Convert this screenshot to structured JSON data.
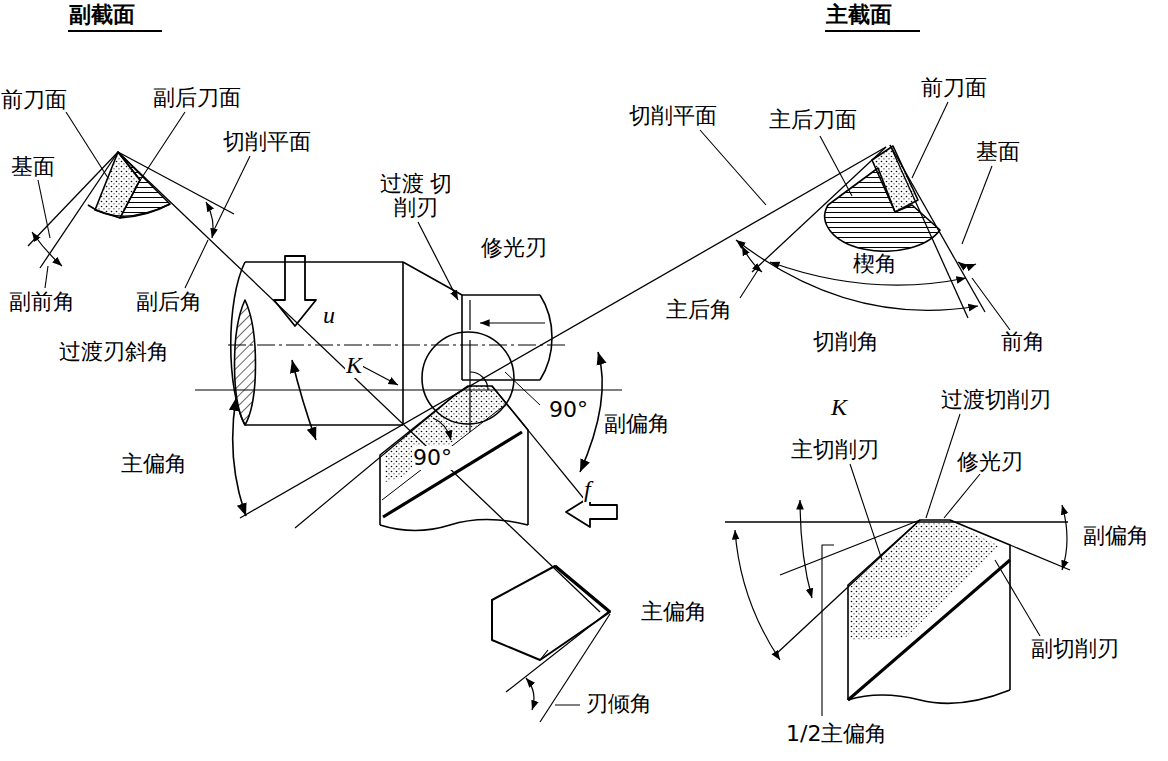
{
  "diagram": {
    "labels": [
      "副截面",
      "主截面",
      "前刀面",
      "副后刀面",
      "切削平面",
      "基面",
      "副前角",
      "副后角",
      "过渡 切削刃",
      "修光刃",
      "u",
      "K",
      "过渡刃斜角",
      "主偏角",
      "90°",
      "90°",
      "副偏角",
      "f",
      "刃倾角",
      "切削平面",
      "主后刀面",
      "前刀面",
      "基面",
      "楔角",
      "主后角",
      "切削角",
      "前角",
      "K",
      "过渡切削刃",
      "主切削刃",
      "修光刃",
      "副偏角",
      "主偏角",
      "副切削刃",
      "1/2主偏角"
    ]
  }
}
